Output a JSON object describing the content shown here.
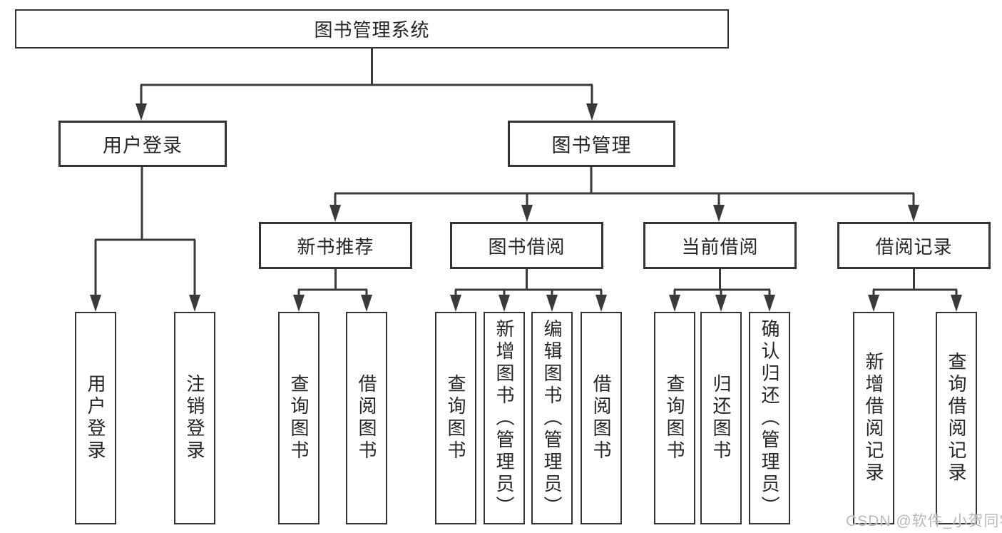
{
  "nodes": {
    "root": "图书管理系统",
    "user_login": "用户登录",
    "book_mgmt": "图书管理",
    "new_book_rec": "新书推荐",
    "book_borrow": "图书借阅",
    "current_borrow": "当前借阅",
    "borrow_records": "借阅记录",
    "ul_user_login": "用户登录",
    "ul_logout": "注销登录",
    "nbr_query_book": "查询图书",
    "nbr_borrow_book": "借阅图书",
    "bb_query_book": "查询图书",
    "bb_add_book": "新增图书（管理员）",
    "bb_edit_book": "编辑图书（管理员）",
    "bb_borrow_book": "借阅图书",
    "cb_query_book": "查询图书",
    "cb_return_book": "归还图书",
    "cb_confirm_return": "确认归还（管理员）",
    "br_add_record": "新增借阅记录",
    "br_query_record": "查询借阅记录"
  },
  "watermark": "CSDN @软件_小贺同学",
  "colors": {
    "line": "#3a3a3a",
    "box_border": "#333333",
    "text": "#262626",
    "watermark": "#b9b9b9",
    "background": "#ffffff"
  }
}
